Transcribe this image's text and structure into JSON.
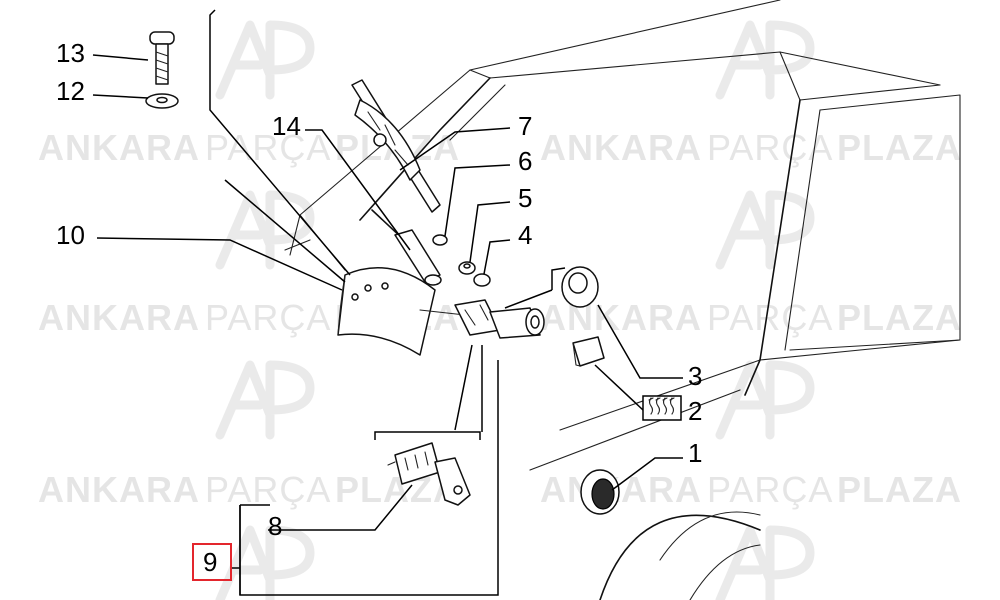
{
  "diagram": {
    "callouts": [
      {
        "id": "13",
        "label": "13"
      },
      {
        "id": "12",
        "label": "12"
      },
      {
        "id": "14",
        "label": "14"
      },
      {
        "id": "10",
        "label": "10"
      },
      {
        "id": "7",
        "label": "7"
      },
      {
        "id": "6",
        "label": "6"
      },
      {
        "id": "5",
        "label": "5"
      },
      {
        "id": "4",
        "label": "4"
      },
      {
        "id": "3",
        "label": "3"
      },
      {
        "id": "2",
        "label": "2"
      },
      {
        "id": "1",
        "label": "1"
      },
      {
        "id": "8",
        "label": "8"
      },
      {
        "id": "9",
        "label": "9"
      }
    ],
    "highlighted_callout": "9",
    "highlight_color": "#e3262d"
  },
  "watermark": {
    "word1": "ANKARA",
    "word2": "PARÇA",
    "word3": "PLAZA",
    "logo_letters": "AP"
  }
}
